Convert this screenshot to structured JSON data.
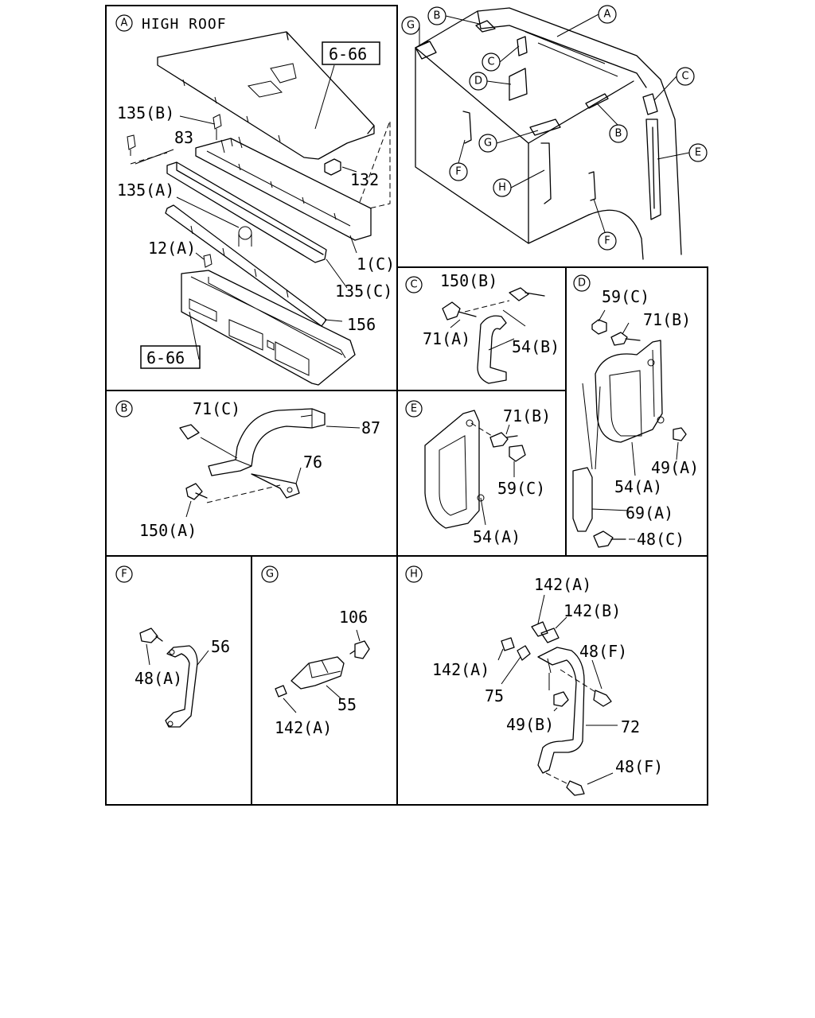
{
  "panels": {
    "A": {
      "letter": "A",
      "title": "HIGH ROOF"
    },
    "B": {
      "letter": "B"
    },
    "C": {
      "letter": "C"
    },
    "D": {
      "letter": "D"
    },
    "E": {
      "letter": "E"
    },
    "F": {
      "letter": "F"
    },
    "G": {
      "letter": "G"
    },
    "H": {
      "letter": "H"
    }
  },
  "overview_callouts": [
    "G",
    "B",
    "A",
    "C",
    "D",
    "C",
    "B",
    "E",
    "G",
    "H",
    "F",
    "F"
  ],
  "refs": {
    "ref_top": "6-66",
    "ref_bottom": "6-66"
  },
  "labels": {
    "a_135b": "135(B)",
    "a_83": "83",
    "a_132": "132",
    "a_135a": "135(A)",
    "a_12a": "12(A)",
    "a_1c": "1(C)",
    "a_135c": "135(C)",
    "a_156": "156",
    "b_71c": "71(C)",
    "b_87": "87",
    "b_76": "76",
    "b_150a": "150(A)",
    "c_150b": "150(B)",
    "c_71a": "71(A)",
    "c_54b": "54(B)",
    "d_59c": "59(C)",
    "d_71b": "71(B)",
    "d_49a": "49(A)",
    "d_54a": "54(A)",
    "d_69a": "69(A)",
    "d_48c": "48(C)",
    "e_71b": "71(B)",
    "e_59c": "59(C)",
    "e_54a": "54(A)",
    "f_56": "56",
    "f_48a": "48(A)",
    "g_106": "106",
    "g_55": "55",
    "g_142a": "142(A)",
    "h_142a_top": "142(A)",
    "h_142b": "142(B)",
    "h_142a_left": "142(A)",
    "h_48f_top": "48(F)",
    "h_75": "75",
    "h_49b": "49(B)",
    "h_72": "72",
    "h_48f_bottom": "48(F)"
  }
}
